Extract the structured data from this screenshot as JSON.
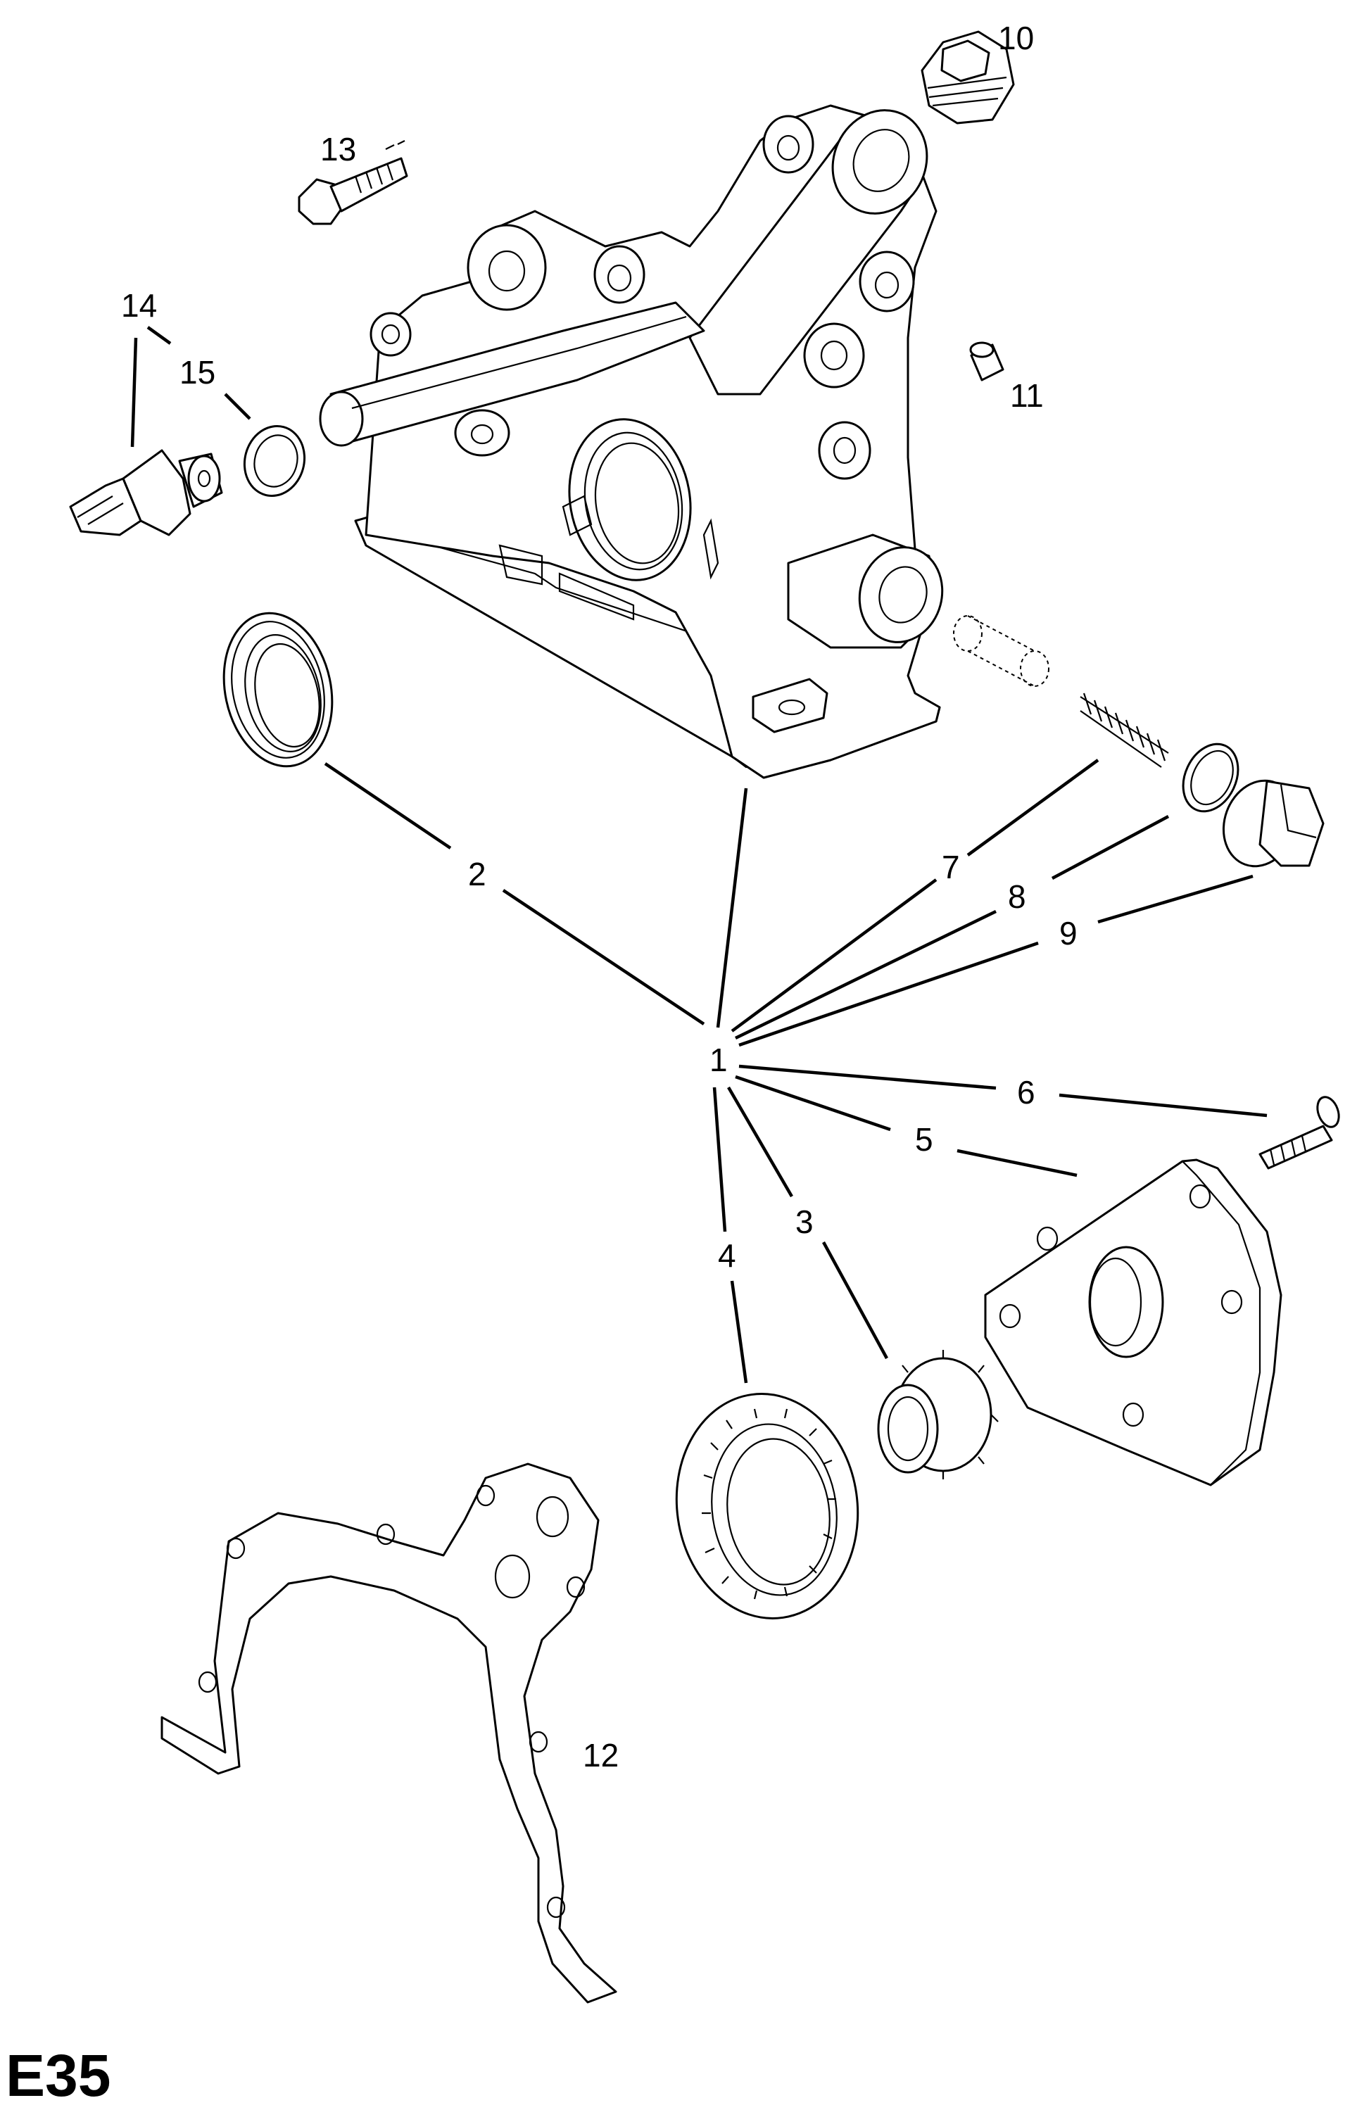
{
  "figure_code": "E35",
  "parts": [
    {
      "id": "1",
      "label": "1"
    },
    {
      "id": "2",
      "label": "2"
    },
    {
      "id": "3",
      "label": "3"
    },
    {
      "id": "4",
      "label": "4"
    },
    {
      "id": "5",
      "label": "5"
    },
    {
      "id": "6",
      "label": "6"
    },
    {
      "id": "7",
      "label": "7"
    },
    {
      "id": "8",
      "label": "8"
    },
    {
      "id": "9",
      "label": "9"
    },
    {
      "id": "10",
      "label": "10"
    },
    {
      "id": "11",
      "label": "11"
    },
    {
      "id": "12",
      "label": "12"
    },
    {
      "id": "13",
      "label": "13"
    },
    {
      "id": "14",
      "label": "14"
    },
    {
      "id": "15",
      "label": "15"
    }
  ]
}
